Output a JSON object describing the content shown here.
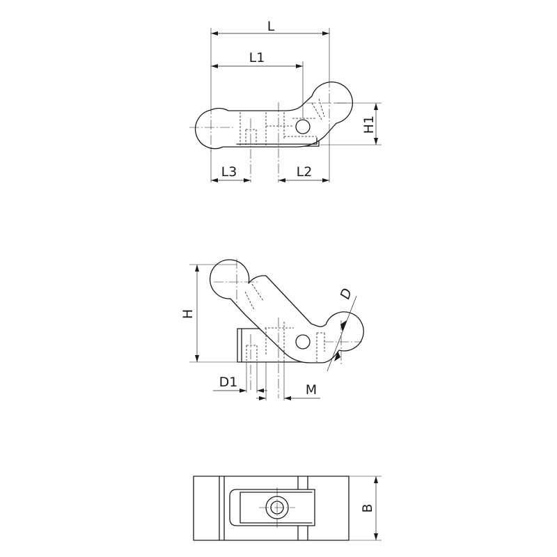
{
  "labels": {
    "L": "L",
    "L1": "L1",
    "L2": "L2",
    "L3": "L3",
    "H1": "H1",
    "H": "H",
    "D": "D",
    "D1": "D1",
    "M": "M",
    "B": "B"
  }
}
